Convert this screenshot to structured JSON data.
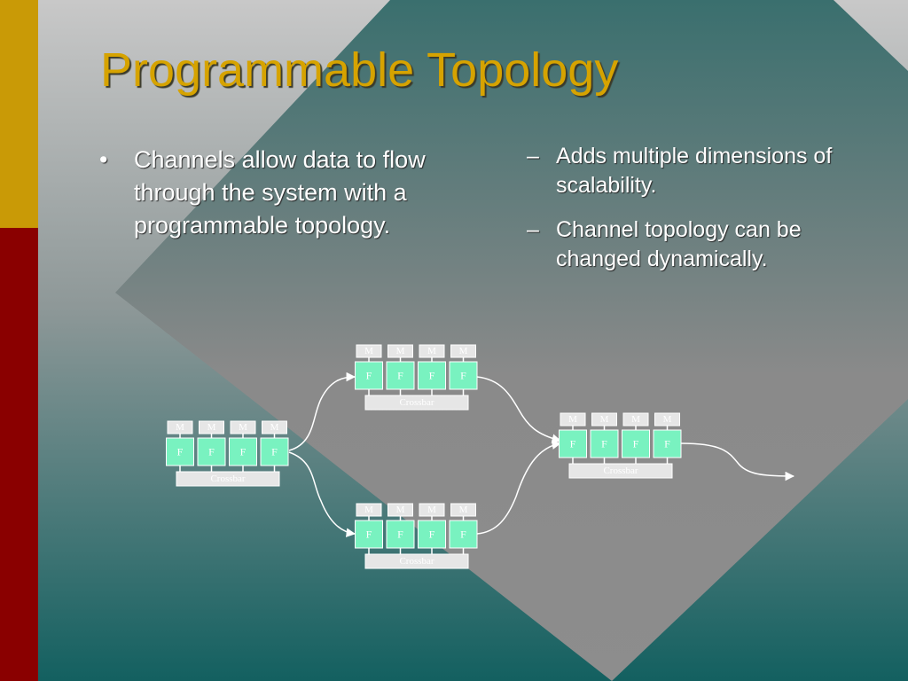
{
  "slide": {
    "title": "Programmable Topology",
    "bullet": {
      "marker": "•",
      "text": "Channels allow data to flow through the system with a programmable topology."
    },
    "subpoints": [
      {
        "marker": "–",
        "text": "Adds multiple dimensions of scalability."
      },
      {
        "marker": "–",
        "text": "Channel topology can be changed dynamically."
      }
    ]
  },
  "diagram": {
    "module_labels": {
      "memory": "M",
      "function": "F",
      "crossbar": "Crossbar"
    },
    "colors": {
      "memory_fill": "#e6e6e6",
      "function_fill": "#79f2c0",
      "crossbar_fill": "#e6e6e6",
      "connector": "#ffffff"
    },
    "clusters": [
      {
        "id": "left"
      },
      {
        "id": "top"
      },
      {
        "id": "bottom"
      },
      {
        "id": "right"
      }
    ]
  }
}
